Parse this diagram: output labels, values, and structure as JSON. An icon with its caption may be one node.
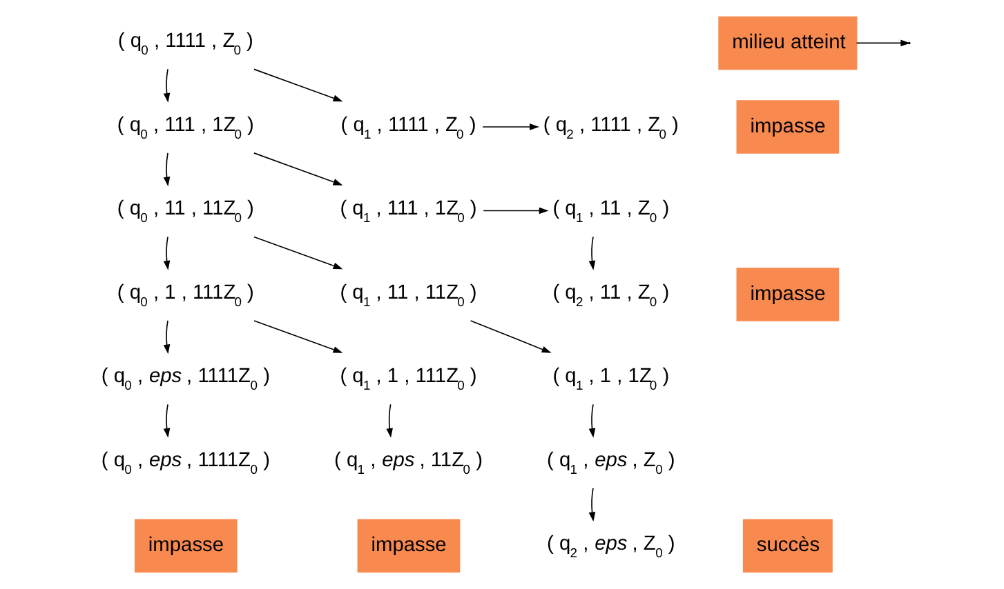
{
  "diagram": {
    "nodes": [
      {
        "text": [
          "( q$_{0}$ , 1111 , Z$_{0}$ )"
        ]
      },
      {
        "text": [
          "milieu atteint"
        ]
      },
      {
        "text": [
          "( q$_{0}$ , 111 , 1Z$_{0}$ )"
        ]
      },
      {
        "text": [
          "( q$_{1}$ , 1111 , Z$_{0}$ )"
        ]
      },
      {
        "text": [
          "( q$_{2}$ , 1111 , Z$_{0}$ )"
        ]
      },
      {
        "text": [
          "impasse"
        ]
      },
      {
        "text": [
          "( q$_{0}$ , 11 , 11Z$_{0}$ )"
        ]
      },
      {
        "text": [
          "( q$_{1}$ , 111 , 1Z$_{0}$ )"
        ]
      },
      {
        "text": [
          "( q$_{1}$ , 11 , Z$_{0}$ )"
        ]
      },
      {
        "text": [
          "( q$_{0}$ , 1 , 111Z$_{0}$ )"
        ]
      },
      {
        "text": [
          "( q$_{1}$ , 11 , 11Z$_{0}$ )"
        ]
      },
      {
        "text": [
          "( q$_{2}$ , 11 , Z$_{0}$ )"
        ]
      },
      {
        "text": [
          "impasse"
        ]
      },
      {
        "text": [
          "( q$_{0}$ , *eps* , 1111Z$_{0}$ )"
        ]
      },
      {
        "text": [
          "( q$_{1}$ , 1 , 111Z$_{0}$ )"
        ]
      },
      {
        "text": [
          "( q$_{1}$ , 1 , 1Z$_{0}$ )"
        ]
      },
      {
        "text": [
          "( q$_{0}$ , *eps* , 1111Z$_{0}$ )"
        ]
      },
      {
        "text": [
          "( q$_{1}$ , *eps* , 11Z$_{0}$ )"
        ]
      },
      {
        "text": [
          "( q$_{1}$ , *eps* , Z$_{0}$ )"
        ]
      },
      {
        "text": [
          "impasse"
        ]
      },
      {
        "text": [
          "impasse"
        ]
      },
      {
        "text": [
          "( q$_{2}$ , *eps* , Z$_{0}$ )"
        ]
      },
      {
        "text": [
          "succès"
        ]
      }
    ],
    "edges": [
      {
        "from": 0,
        "to": 2,
        "arrow": "to"
      },
      {
        "from": 0,
        "to": 3,
        "arrow": "to"
      },
      {
        "from": 1,
        "to": null,
        "arrow": "to"
      },
      {
        "from": 2,
        "to": 6,
        "arrow": "to"
      },
      {
        "from": 2,
        "to": 7,
        "arrow": "to"
      },
      {
        "from": 3,
        "to": 4,
        "arrow": "to"
      },
      {
        "from": 6,
        "to": 9,
        "arrow": "to"
      },
      {
        "from": 6,
        "to": 10,
        "arrow": "to"
      },
      {
        "from": 7,
        "to": 8,
        "arrow": "to"
      },
      {
        "from": 8,
        "to": 11,
        "arrow": "to"
      },
      {
        "from": 9,
        "to": 13,
        "arrow": "to"
      },
      {
        "from": 9,
        "to": 14,
        "arrow": "to"
      },
      {
        "from": 10,
        "to": 15,
        "arrow": "to"
      },
      {
        "from": 13,
        "to": 16,
        "arrow": "to"
      },
      {
        "from": 14,
        "to": 17,
        "arrow": "to"
      },
      {
        "from": 15,
        "to": 18,
        "arrow": "to"
      },
      {
        "from": 18,
        "to": 21,
        "arrow": "to"
      }
    ]
  }
}
